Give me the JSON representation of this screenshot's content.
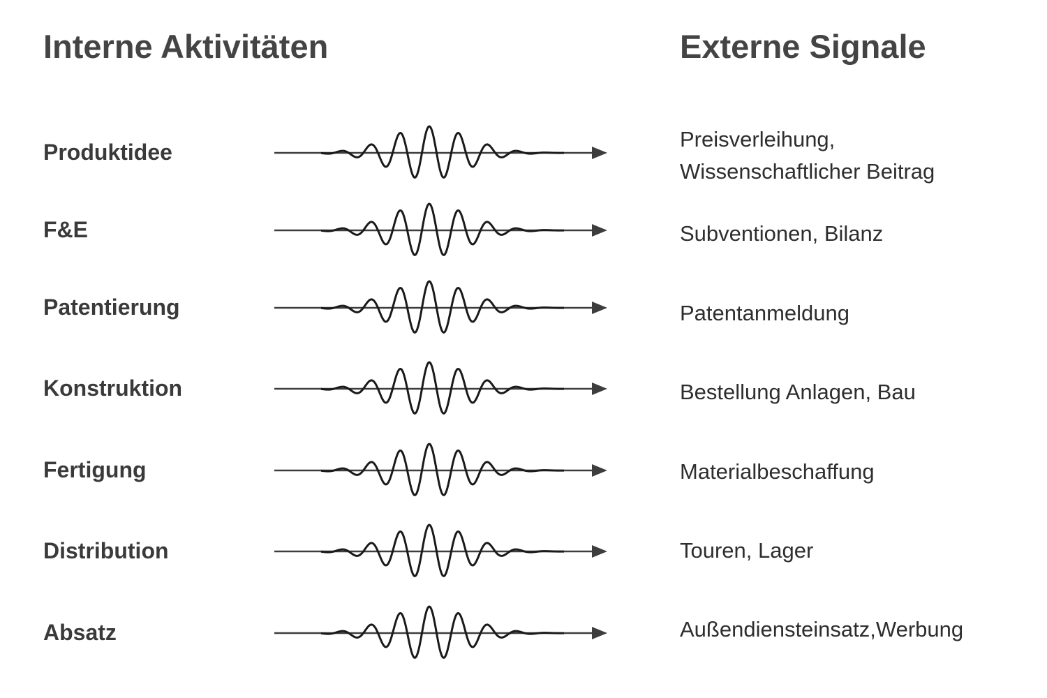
{
  "headings": {
    "internal": "Interne Aktivitäten",
    "external": "Externe Signale"
  },
  "rows": [
    {
      "activity": "Produktidee",
      "signals": [
        "Preisverleihung,",
        "Wissenschaftlicher Beitrag"
      ]
    },
    {
      "activity": "F&E",
      "signals": [
        "Subventionen, Bilanz"
      ]
    },
    {
      "activity": "Patentierung",
      "signals": [
        "Patentanmeldung"
      ]
    },
    {
      "activity": "Konstruktion",
      "signals": [
        "Bestellung Anlagen, Bau"
      ]
    },
    {
      "activity": "Fertigung",
      "signals": [
        "Materialbeschaffung"
      ]
    },
    {
      "activity": "Distribution",
      "signals": [
        "Touren, Lager"
      ]
    },
    {
      "activity": "Absatz",
      "signals": [
        "Außendiensteinsatz,Werbung"
      ]
    }
  ],
  "colors": {
    "text": "#3a3a3a",
    "heading": "#444444",
    "arrow": "#3d3d3d",
    "wave": "#1a1a1a"
  },
  "icons": {
    "connector": "wave-arrow-icon"
  }
}
